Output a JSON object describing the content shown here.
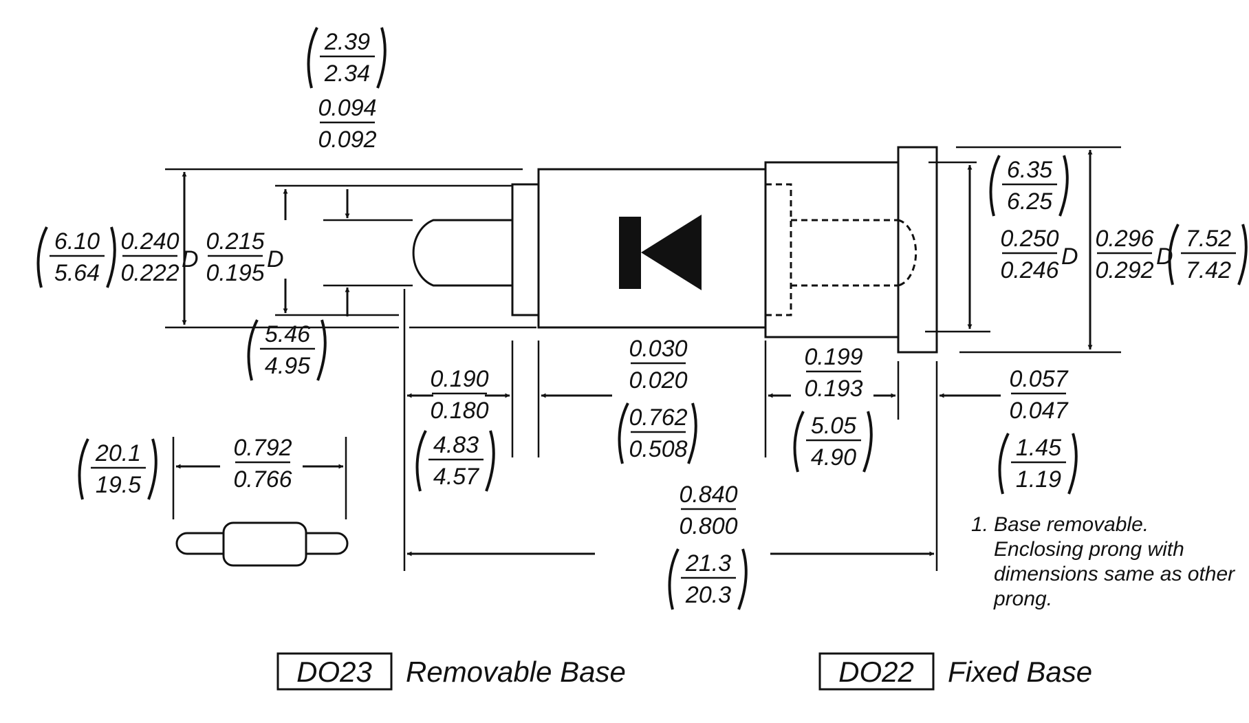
{
  "dimensions": {
    "lead_dia_mm": {
      "top": "2.39",
      "bottom": "2.34"
    },
    "lead_dia_in": {
      "top": "0.094",
      "bottom": "0.092"
    },
    "body_dia_mm": {
      "top": "6.10",
      "bottom": "5.64"
    },
    "body_dia_in": {
      "top": "0.240",
      "bottom": "0.222",
      "suffix": "D"
    },
    "prong_dia_in": {
      "top": "0.215",
      "bottom": "0.195",
      "suffix": "D"
    },
    "prong_dia_mm": {
      "top": "5.46",
      "bottom": "4.95"
    },
    "base_dia_mm": {
      "top": "6.35",
      "bottom": "6.25"
    },
    "base_dia_in": {
      "top": "0.250",
      "bottom": "0.246",
      "suffix": "D"
    },
    "flange_dia_in": {
      "top": "0.296",
      "bottom": "0.292",
      "suffix": "D"
    },
    "flange_dia_mm": {
      "top": "7.52",
      "bottom": "7.42"
    },
    "prong_len_in": {
      "top": "0.190",
      "bottom": "0.180"
    },
    "prong_len_mm": {
      "top": "4.83",
      "bottom": "4.57"
    },
    "shoulder_in": {
      "top": "0.030",
      "bottom": "0.020"
    },
    "shoulder_mm": {
      "top": "0.762",
      "bottom": "0.508"
    },
    "base_len_in": {
      "top": "0.199",
      "bottom": "0.193"
    },
    "base_len_mm": {
      "top": "5.05",
      "bottom": "4.90"
    },
    "flange_len_in": {
      "top": "0.057",
      "bottom": "0.047"
    },
    "flange_len_mm": {
      "top": "1.45",
      "bottom": "1.19"
    },
    "overall_in": {
      "top": "0.840",
      "bottom": "0.800"
    },
    "overall_mm": {
      "top": "21.3",
      "bottom": "20.3"
    },
    "small_len_mm": {
      "top": "20.1",
      "bottom": "19.5"
    },
    "small_len_in": {
      "top": "0.792",
      "bottom": "0.766"
    }
  },
  "note": {
    "number": "1.",
    "lines": [
      "Base removable.",
      "Enclosing prong with",
      "dimensions same as other",
      "prong."
    ]
  },
  "labels": {
    "left_code": "DO23",
    "left_text": "Removable Base",
    "right_code": "DO22",
    "right_text": "Fixed Base"
  },
  "colors": {
    "ink": "#111111",
    "paper": "#ffffff"
  }
}
